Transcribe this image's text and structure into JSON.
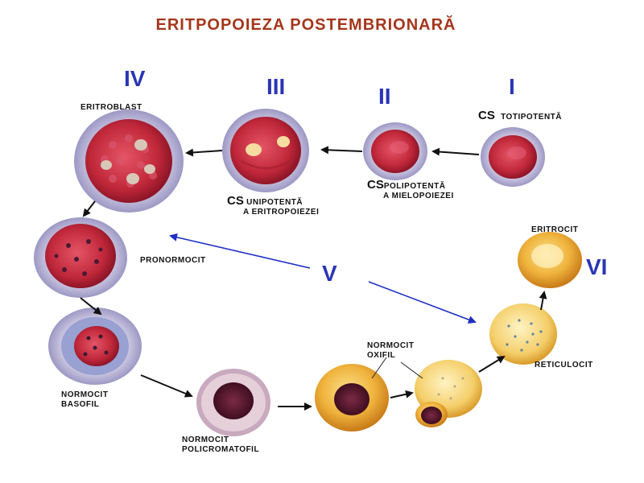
{
  "title": "ERITPOPOIEZA POSTEMBRIONARĂ",
  "stages": {
    "i": "I",
    "ii": "II",
    "iii": "III",
    "iv": "IV",
    "v": "V",
    "vi": "VI"
  },
  "labels": {
    "cs_prefix": "CS",
    "totipotenta": "TOTIPOTENTĂ",
    "polipotenta_1": "POLIPOTENTĂ",
    "polipotenta_2": "A MIELOPOIEZEI",
    "unipotenta_1": "UNIPOTENTĂ",
    "unipotenta_2": "A ERITROPOIEZEI",
    "eritroblast": "ERITROBLAST",
    "pronormocit": "PRONORMOCIT",
    "normocit_basofil_1": "NORMOCIT",
    "normocit_basofil_2": "BASOFIL",
    "normocit_policromatofil_1": "NORMOCIT",
    "normocit_policromatofil_2": "POLICROMATOFIL",
    "normocit_oxifil_1": "NORMOCIT",
    "normocit_oxifil_2": "OXIFIL",
    "reticulocit": "RETICULOCIT",
    "eritrocit": "ERITROCIT"
  },
  "colors": {
    "title": "#a4361b",
    "roman": "#2b35b5",
    "arrow_black": "#111111",
    "arrow_blue": "#1f2fc4",
    "halo": "#b9b6d8",
    "red_cytoplasm": "#c0283a",
    "orange_cytoplasm": "#e9a430",
    "nucleus": "#5a1a2e"
  }
}
